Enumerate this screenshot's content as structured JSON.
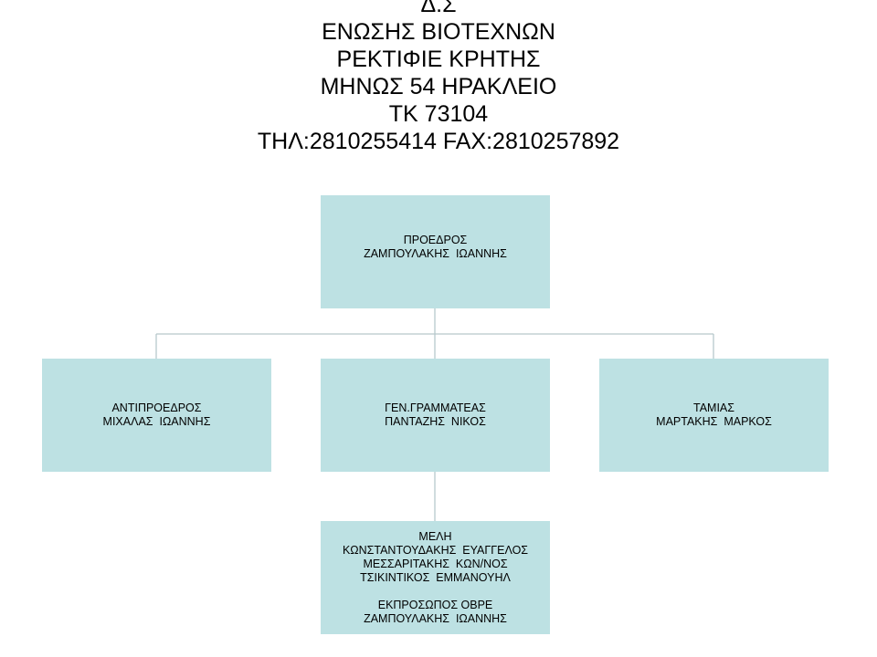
{
  "header": {
    "lines": [
      "Δ.Σ",
      "ΕΝΩΣΗΣ ΒΙΟΤΕΧΝΩΝ",
      "ΡΕΚΤΙΦΙΕ ΚΡΗΤΗΣ",
      "ΜΗΝΩΣ 54 ΗΡΑΚΛΕΙΟ",
      "ΤΚ 73104",
      "ΤΗΛ:2810255414 FAX:2810257892"
    ]
  },
  "org": {
    "president": {
      "role": "ΠΡΟΕΔΡΟΣ",
      "name": "ΖΑΜΠΟΥΛΑΚΗΣ  ΙΩΑΝΝΗΣ"
    },
    "vice_president": {
      "role": "ΑΝΤΙΠΡΟΕΔΡΟΣ",
      "name": "ΜΙΧΑΛΑΣ  ΙΩΑΝΝΗΣ"
    },
    "secretary": {
      "role": "ΓΕΝ.ΓΡΑΜΜΑΤΕΑΣ",
      "name": "ΠΑΝΤΑΖΗΣ  ΝΙΚΟΣ"
    },
    "treasurer": {
      "role": "ΤΑΜΙΑΣ",
      "name": "ΜΑΡΤΑΚΗΣ  ΜΑΡΚΟΣ"
    },
    "members": {
      "lines": [
        "ΜΕΛΗ",
        "ΚΩΝΣΤΑΝΤΟΥΔΑΚΗΣ  ΕΥΑΓΓΕΛΟΣ",
        "ΜΕΣΣΑΡΙΤΑΚΗΣ  ΚΩΝ/ΝΟΣ",
        "ΤΣΙΚΙΝΤΙΚΟΣ  ΕΜΜΑΝΟΥΗΛ",
        "",
        "ΕΚΠΡΟΣΩΠΟΣ ΟΒΡΕ",
        "ΖΑΜΠΟΥΛΑΚΗΣ  ΙΩΑΝΝΗΣ"
      ]
    }
  },
  "colors": {
    "box_fill": "#bde1e3",
    "connector": "#b7c8cb"
  }
}
